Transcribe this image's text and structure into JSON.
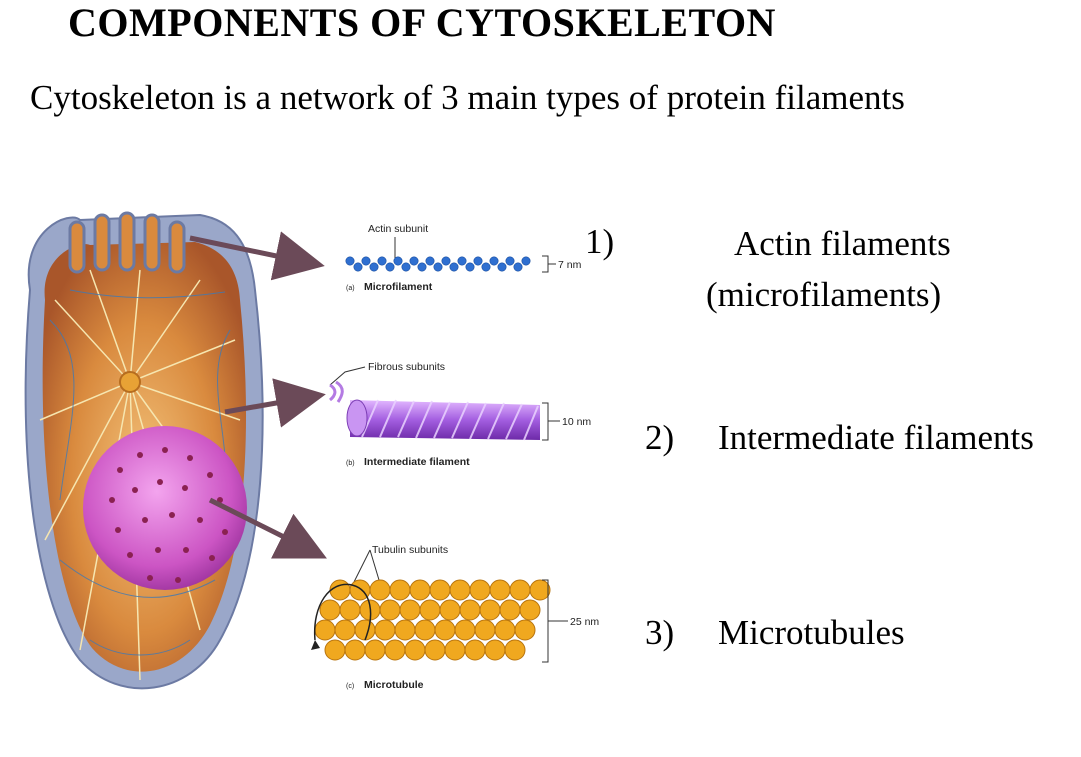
{
  "slide": {
    "title": "COMPONENTS OF CYTOSKELETON",
    "intro": "Cytoskeleton is a network of 3 main types of protein filaments"
  },
  "figure": {
    "microfilament": {
      "subunit_label": "Actin subunit",
      "size": "7 nm",
      "caption_letter": "(a)",
      "caption": "Microfilament"
    },
    "intermediate": {
      "subunit_label": "Fibrous subunits",
      "size": "10 nm",
      "caption_letter": "(b)",
      "caption": "Intermediate filament"
    },
    "microtubule": {
      "subunit_label": "Tubulin subunits",
      "size": "25 nm",
      "caption_letter": "(c)",
      "caption": "Microtubule"
    }
  },
  "list": [
    {
      "number": "1)",
      "line1": "Actin filaments",
      "line2": "(microfilaments)"
    },
    {
      "number": "2)",
      "line1": "Intermediate filaments"
    },
    {
      "number": "3)",
      "line1": "Microtubules"
    }
  ]
}
